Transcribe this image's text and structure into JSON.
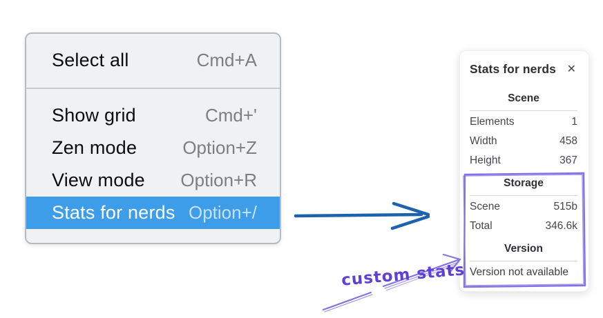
{
  "context_menu": {
    "sections": [
      {
        "items": [
          {
            "label": "Select all",
            "shortcut": "Cmd+A"
          }
        ]
      },
      {
        "items": [
          {
            "label": "Show grid",
            "shortcut": "Cmd+'"
          },
          {
            "label": "Zen mode",
            "shortcut": "Option+Z"
          },
          {
            "label": "View mode",
            "shortcut": "Option+R"
          },
          {
            "label": "Stats for nerds",
            "shortcut": "Option+/",
            "selected": true
          }
        ]
      }
    ],
    "highlight_color": "#3d9de9"
  },
  "stats_panel": {
    "title": "Stats for nerds",
    "close_icon": "✕",
    "sections": [
      {
        "header": "Scene",
        "rows": [
          {
            "label": "Elements",
            "value": "1"
          },
          {
            "label": "Width",
            "value": "458"
          },
          {
            "label": "Height",
            "value": "367"
          }
        ]
      },
      {
        "header": "Storage",
        "rows": [
          {
            "label": "Scene",
            "value": "515b"
          },
          {
            "label": "Total",
            "value": "346.6k"
          }
        ]
      },
      {
        "header": "Version",
        "note": "Version not available"
      }
    ]
  },
  "annotations": {
    "label": "custom stats",
    "text_color": "#5f3fd6",
    "sketch_stroke_color": "#8273e3",
    "flow_arrow_color": "#1e62ad"
  }
}
